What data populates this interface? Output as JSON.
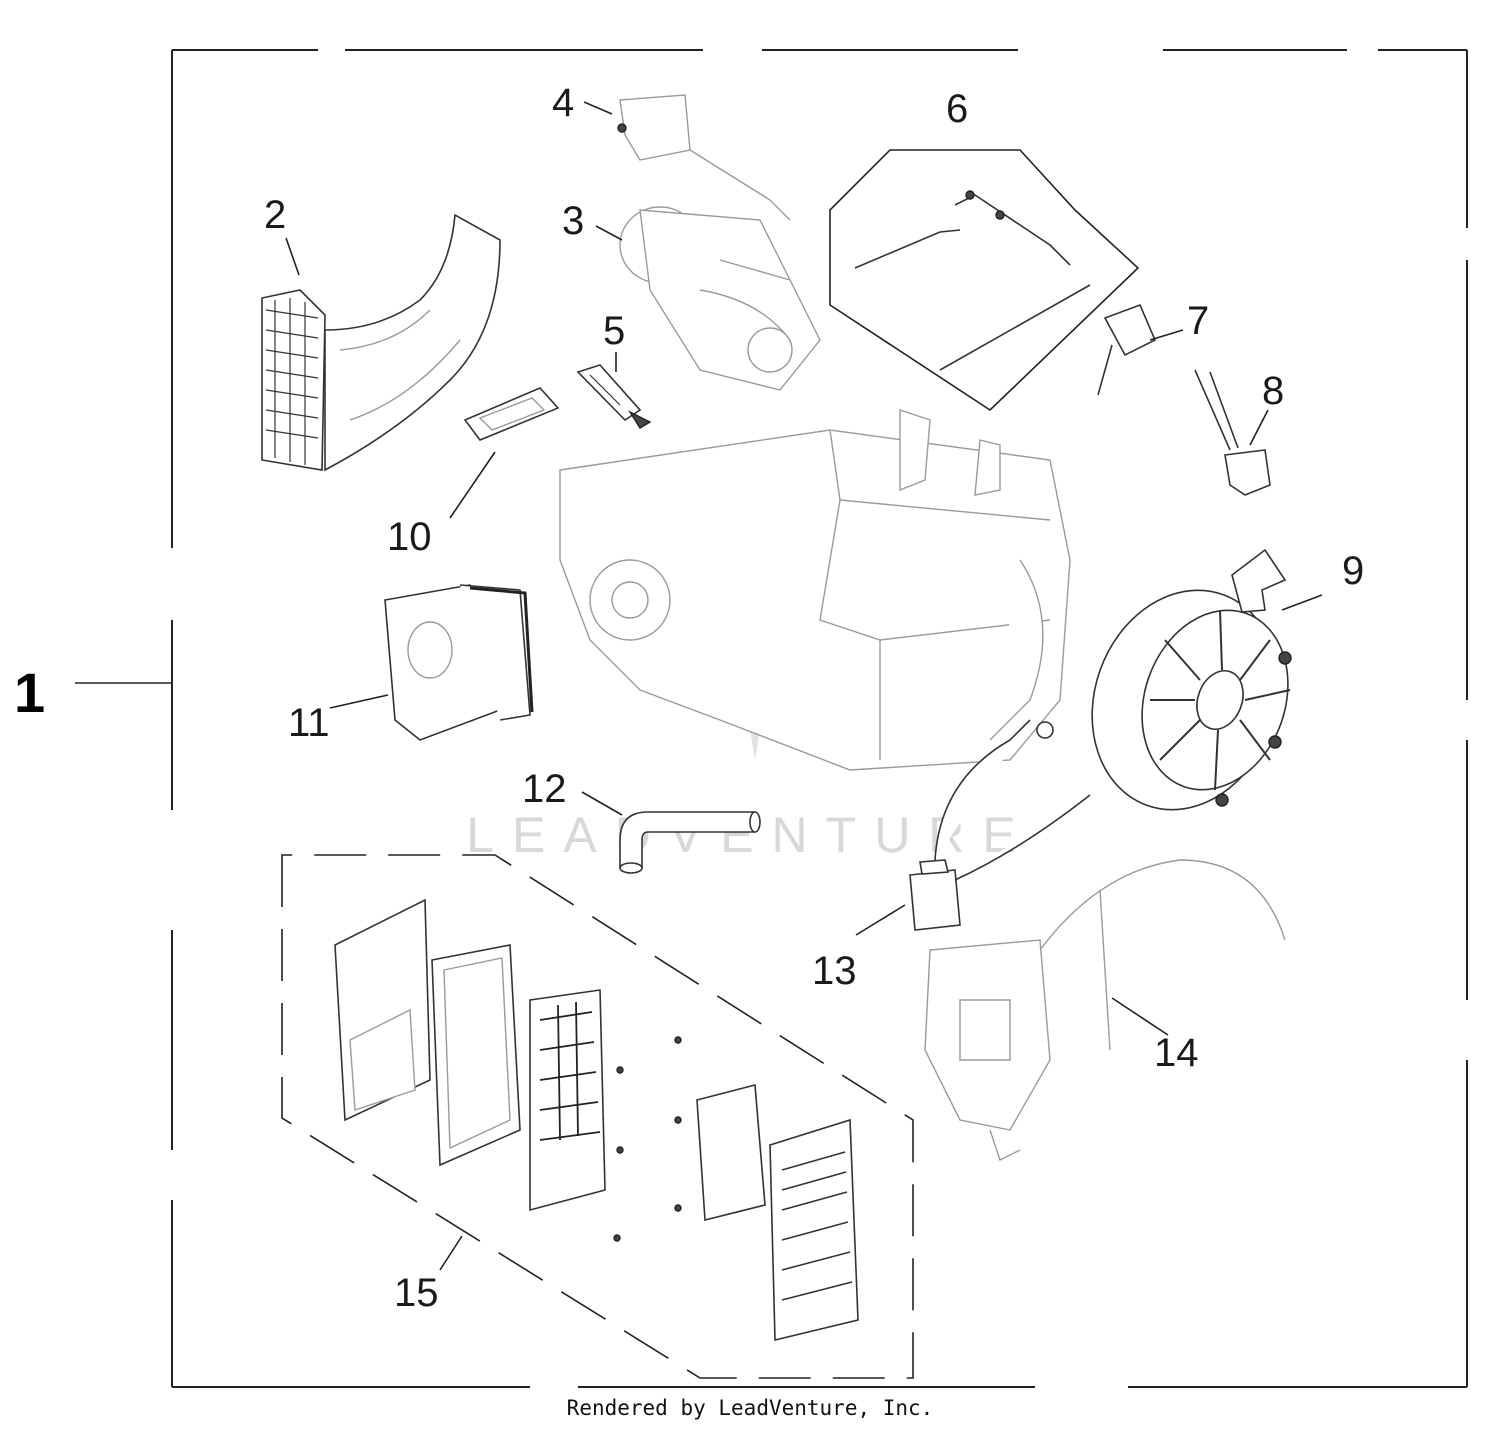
{
  "diagram": {
    "callouts": {
      "c1": "1",
      "c2": "2",
      "c3": "3",
      "c4": "4",
      "c5": "5",
      "c6": "6",
      "c7": "7",
      "c8": "8",
      "c9": "9",
      "c10": "10",
      "c11": "11",
      "c12": "12",
      "c13": "13",
      "c14": "14",
      "c15": "15"
    },
    "watermark": "LEADVENTURE",
    "footer": "Rendered by LeadVenture, Inc."
  },
  "colors": {
    "line": "#222222",
    "faint": "#9a9a9a",
    "watermark": "#d8d8d8",
    "background": "#ffffff"
  }
}
